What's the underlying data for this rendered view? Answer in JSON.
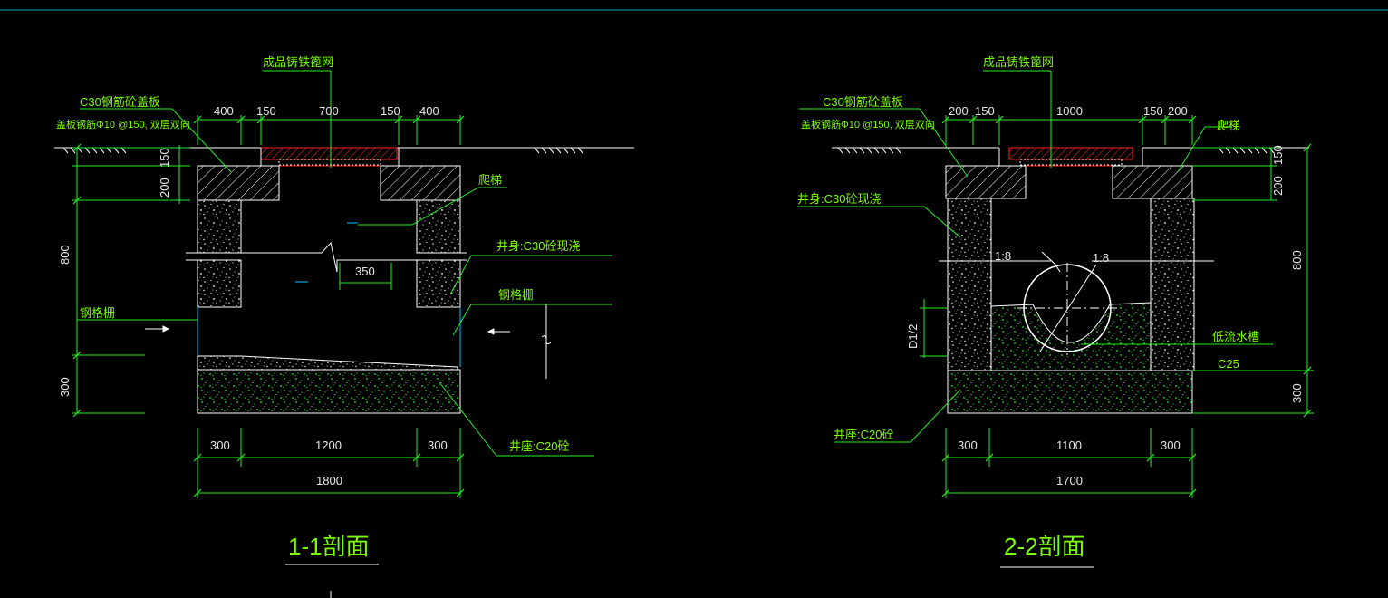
{
  "colors": {
    "background": "#000000",
    "annotation": "#00ff00",
    "outline": "#ffffff",
    "cover_grate": "#ff2020",
    "frame": "#00c0c0"
  },
  "section1": {
    "title": "1-1剖面",
    "grate_label": "成品铸铁篦网",
    "cover_label": "C30钢筋砼盖板",
    "rebar_label": "盖板钢筋Φ10 @150, 双层双向",
    "ladder_label": "爬梯",
    "wall_label": "井身:C30砼现浇",
    "screen_label": "钢格栅",
    "screen_label_left": "钢格栅",
    "base_label": "井座:C20砼",
    "top_dims": [
      "400",
      "150",
      "700",
      "150",
      "400"
    ],
    "left_dims": [
      "150",
      "200",
      "800",
      "300"
    ],
    "inner_dim": "350",
    "bottom_dims": [
      "300",
      "1200",
      "300"
    ],
    "total_width": "1800"
  },
  "section2": {
    "title": "2-2剖面",
    "grate_label": "成品铸铁篦网",
    "cover_label": "C30钢筋砼盖板",
    "rebar_label": "盖板钢筋Φ10 @150, 双层双向",
    "ladder_label": "爬梯",
    "wall_label": "井身:C30砼现浇",
    "channel_label": "低流水槽",
    "channel_concrete": "C25",
    "base_label": "井座:C20砼",
    "top_dims": [
      "200",
      "150",
      "1000",
      "150",
      "200"
    ],
    "right_dims": [
      "150",
      "200",
      "800",
      "300"
    ],
    "slope_left": "1:8",
    "slope_right": "1:8",
    "half_diameter": "D1/2",
    "bottom_dims": [
      "300",
      "1100",
      "300"
    ],
    "total_width": "1700"
  }
}
